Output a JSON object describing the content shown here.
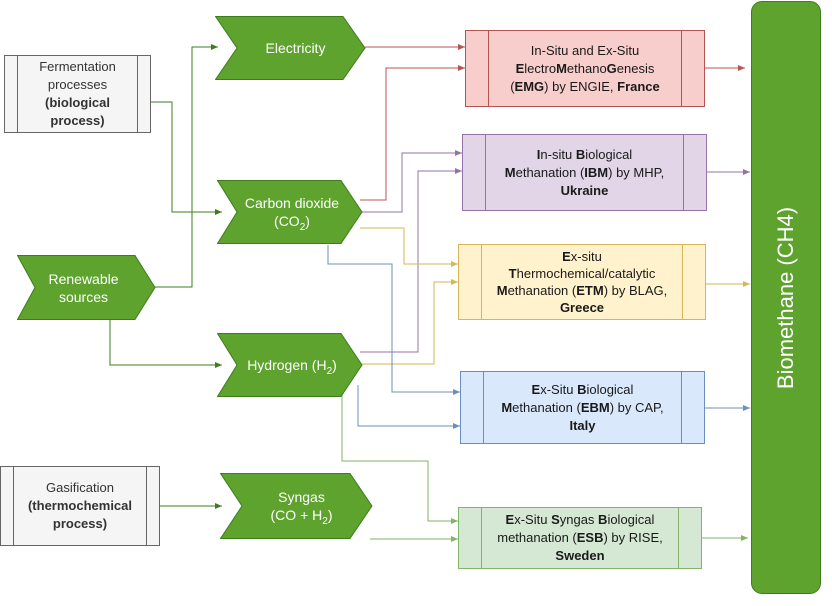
{
  "sources": {
    "fermentation": {
      "line1": "Fermentation",
      "line2": "processes",
      "line3": "(biological",
      "line4": "process)"
    },
    "renewable": {
      "line1": "Renewable",
      "line2": "sources"
    },
    "gasification": {
      "line1": "Gasification",
      "line2": "(thermochemical",
      "line3": "process)"
    }
  },
  "carriers": {
    "electricity": "Electricity",
    "co2": {
      "line1": "Carbon dioxide",
      "open": "(CO",
      "sub": "2",
      "close": ")"
    },
    "hydrogen": {
      "text": "Hydrogen (H",
      "sub": "2",
      "close": ")"
    },
    "syngas": {
      "line1": "Syngas",
      "open": "(CO + H",
      "sub": "2",
      "close": ")"
    }
  },
  "technologies": {
    "emg": {
      "l1": "In-Situ and Ex-Situ",
      "l2": [
        "E",
        "lectro",
        "M",
        "ethano",
        "G",
        "enesis"
      ],
      "l3": [
        "(",
        "EMG",
        ") by ENGIE, ",
        "France"
      ]
    },
    "ibm": {
      "l1": [
        "I",
        "n-situ ",
        "B",
        "iological"
      ],
      "l2": [
        "M",
        "ethanation (",
        "IBM",
        ") by MHP,"
      ],
      "l3": "Ukraine"
    },
    "etm": {
      "l1": [
        "E",
        "x-situ"
      ],
      "l2": [
        "T",
        "hermochemical/catalytic"
      ],
      "l3": [
        "M",
        "ethanation (",
        "ETM",
        ") by BLAG,"
      ],
      "l4": "Greece"
    },
    "ebm": {
      "l1": [
        "E",
        "x-Situ ",
        "B",
        "iological"
      ],
      "l2": [
        "M",
        "ethanation (",
        "EBM",
        ") by CAP,"
      ],
      "l3": "Italy"
    },
    "esb": {
      "l1": [
        "E",
        "x-Situ ",
        "S",
        "yngas ",
        "B",
        "iological"
      ],
      "l2": [
        "methanation (",
        "ESB",
        ") by RISE,"
      ],
      "l3": "Sweden"
    }
  },
  "output": {
    "label": "Biomethane (CH4)"
  },
  "colors": {
    "green": "#5ea32d",
    "green_dark": "#3e7d1e",
    "emg_fill": "#f8cecc",
    "emg_line": "#b85450",
    "ibm_fill": "#e1d5e7",
    "ibm_line": "#9673a6",
    "etm_fill": "#fff2cc",
    "etm_line": "#d6b656",
    "ebm_fill": "#dae8fc",
    "ebm_line": "#6c8ebf",
    "esb_fill": "#d5e8d4",
    "esb_line": "#82b366"
  }
}
